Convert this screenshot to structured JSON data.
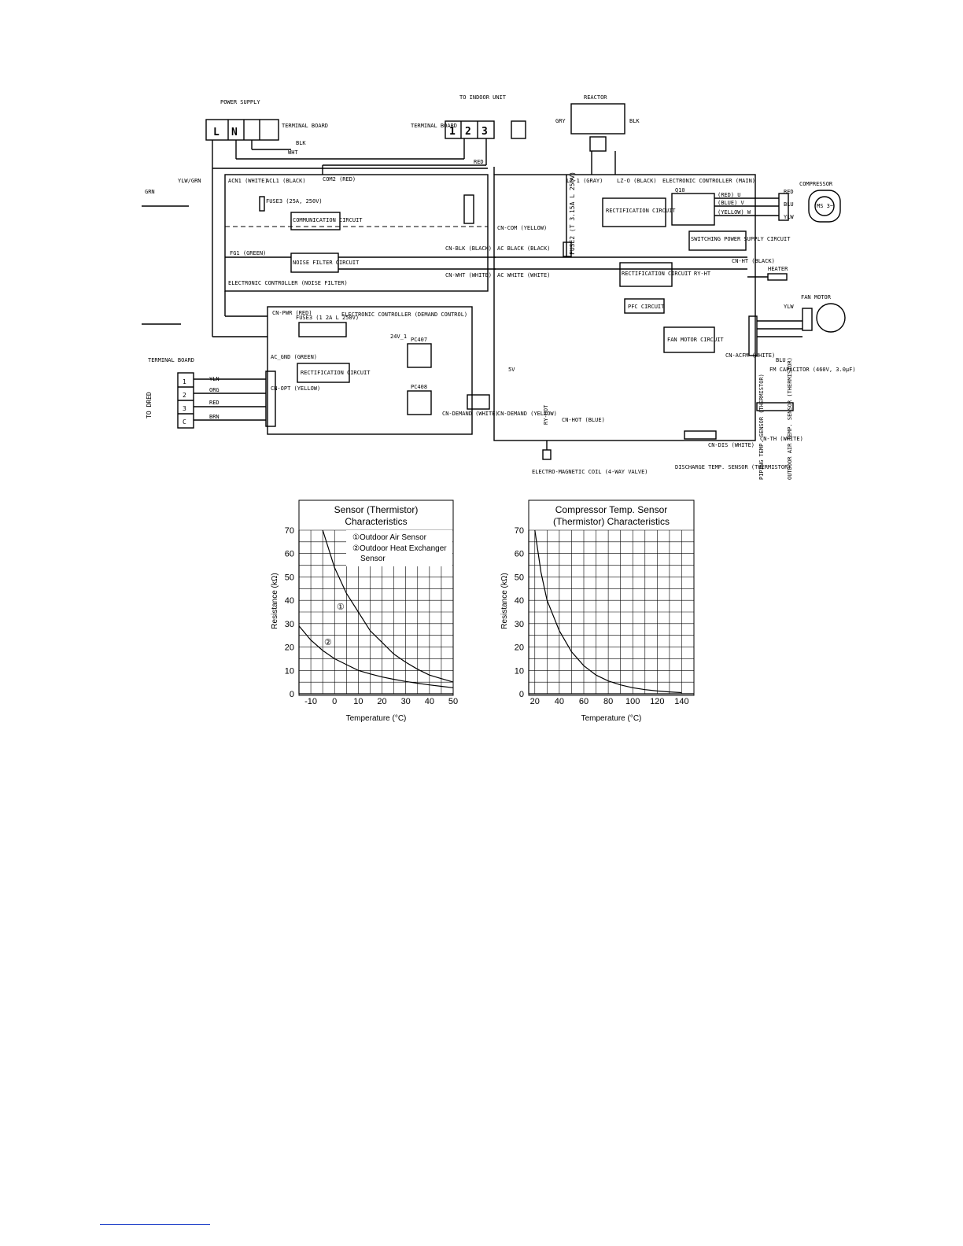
{
  "schematic": {
    "power_supply": "POWER SUPPLY",
    "terminal_board": "TERMINAL BOARD",
    "terminal_board2": "TERMINAL BOARD",
    "terminal_board3": "TERMINAL BOARD",
    "tb_L": "L",
    "tb_N": "N",
    "to_indoor": "TO INDOOR UNIT",
    "tb_1": "1",
    "tb_2": "2",
    "tb_3": "3",
    "reactor": "REACTOR",
    "gry": "GRY",
    "blk": "BLK",
    "wht": "WHT",
    "red": "RED",
    "grn": "GRN",
    "blu": "BLU",
    "ylw": "YLW",
    "org": "ORG",
    "brn": "BRN",
    "yln": "YLN",
    "ylw_grn": "YLW/GRN",
    "acn1": "ACN1 (WHITE)",
    "acl1": "ACL1 (BLACK)",
    "com2": "COM2 (RED)",
    "fuse3_main": "FUSE3 (25A, 250V)",
    "comm_circuit": "COMMUNICATION CIRCUIT",
    "noise_filter": "NOISE FILTER CIRCUIT",
    "fg1": "FG1 (GREEN)",
    "ec_noise": "ELECTRONIC CONTROLLER (NOISE FILTER)",
    "cn_blk": "CN-BLK (BLACK)",
    "cn_wht": "CN-WHT (WHITE)",
    "cn_com": "CN-COM (YELLOW)",
    "ac_black": "AC BLACK (BLACK)",
    "ac_white": "AC WHITE (WHITE)",
    "lz1": "LZ-1 (GRAY)",
    "lz0": "LZ-O (BLACK)",
    "ec_main": "ELECTRONIC CONTROLLER (MAIN)",
    "fuse2": "FUSE2 (T 3.15A L 250V)",
    "rect1": "RECTIFICATION CIRCUIT",
    "rect2": "RECTIFICATION CIRCUIT",
    "rect3": "RECTIFICATION CIRCUIT",
    "q10": "Q10",
    "red_u": "(RED) U",
    "blue_v": "(BLUE) V",
    "yellow_w": "(YELLOW) W",
    "compressor": "COMPRESSOR",
    "ms": "MS 3~",
    "sps": "SWITCHING POWER SUPPLY CIRCUIT",
    "cn_ht": "CN-HT (BLACK)",
    "heater": "HEATER",
    "ry_ht": "RY-HT",
    "pfc": "PFC CIRCUIT",
    "fan_motor": "FAN MOTOR",
    "fan_motor_circuit": "FAN MOTOR CIRCUIT",
    "cn_acfm": "CN-ACFM (WHITE)",
    "fm_cap": "FM CAPACITOR (460V, 3.0μF)",
    "cn_pwr": "CN-PWR (RED)",
    "fuse3_demand": "FUSE3 (1 2A L 250V)",
    "ec_demand": "ELECTRONIC CONTROLLER (DEMAND CONTROL)",
    "ac_gnd": "AC_GND (GREEN)",
    "pc407": "PC407",
    "pc408": "PC408",
    "v24": "24V_1",
    "v5": "5V",
    "to_dred": "TO DRED",
    "cn_opt": "CN-OPT (YELLOW)",
    "cn_demand1": "CN-DEMAND (WHITE)",
    "cn_demand2": "CN-DEMAND (YELLOW)",
    "ry_hot": "RY-HOT",
    "cn_hot": "CN-HOT (BLUE)",
    "em_coil": "ELECTRO-MAGNETIC COIL (4-WAY VALVE)",
    "discharge": "DISCHARGE TEMP. SENSOR (THERMISTOR)",
    "cn_dis": "CN-DIS (WHITE)",
    "cn_th": "CN-TH (WHITE)",
    "piping": "PIPING TEMP. SENSOR (THERMISTOR)",
    "outdoor_air": "OUTDOOR AIR TEMP. SENSOR (THERMISTOR)",
    "terms_dred": [
      "1",
      "2",
      "3",
      "C"
    ]
  },
  "chart_data": [
    {
      "type": "line",
      "title": "Sensor (Thermistor) Characteristics",
      "xlabel": "Temperature (°C)",
      "ylabel": "Resistance (kΩ)",
      "xlim": [
        -15,
        50
      ],
      "ylim": [
        0,
        70
      ],
      "xticks": [
        -10,
        0,
        10,
        20,
        30,
        40,
        50
      ],
      "yticks": [
        0,
        10,
        20,
        30,
        40,
        50,
        60,
        70
      ],
      "grid": true,
      "legend_title": "",
      "legend": [
        "Outdoor Air Sensor",
        "Outdoor Heat Exchanger Sensor"
      ],
      "series_markers": [
        "①",
        "②"
      ],
      "series": [
        {
          "name": "Outdoor Air Sensor",
          "x": [
            -5,
            0,
            5,
            10,
            15,
            20,
            25,
            30,
            35,
            40,
            45,
            50
          ],
          "y": [
            70,
            54,
            43,
            35,
            27,
            22,
            17,
            13.5,
            10.5,
            8,
            6.5,
            5
          ]
        },
        {
          "name": "Outdoor Heat Exchanger Sensor",
          "x": [
            -15,
            -10,
            -5,
            0,
            5,
            10,
            15,
            20,
            25,
            30,
            35,
            40,
            45,
            50
          ],
          "y": [
            29,
            23,
            18.5,
            15,
            12.5,
            10,
            8.5,
            7.2,
            6.2,
            5.3,
            4.5,
            3.8,
            3.2,
            2.6
          ]
        }
      ]
    },
    {
      "type": "line",
      "title": "Compressor Temp. Sensor (Thermistor) Characteristics",
      "xlabel": "Temperature (°C)",
      "ylabel": "Resistance (kΩ)",
      "xlim": [
        15,
        150
      ],
      "ylim": [
        0,
        70
      ],
      "xticks": [
        20,
        40,
        60,
        80,
        100,
        120,
        140
      ],
      "yticks": [
        0,
        10,
        20,
        30,
        40,
        50,
        60,
        70
      ],
      "grid": true,
      "series": [
        {
          "x": [
            20,
            25,
            30,
            40,
            50,
            60,
            70,
            80,
            90,
            100,
            110,
            120,
            130,
            140
          ],
          "y": [
            70,
            52,
            40,
            27,
            18,
            12,
            8,
            5.5,
            3.8,
            2.6,
            1.8,
            1.2,
            0.8,
            0.5
          ]
        }
      ]
    }
  ]
}
